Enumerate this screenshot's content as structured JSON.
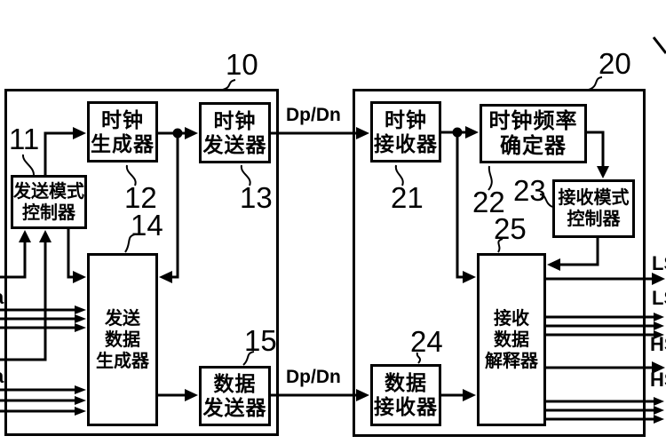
{
  "blocks": {
    "b10": {
      "ref": "10"
    },
    "b20": {
      "ref": "20"
    },
    "b11": {
      "ref": "11",
      "l1": "发送模式",
      "l2": "控制器"
    },
    "b12": {
      "ref": "12",
      "l1": "时钟",
      "l2": "生成器"
    },
    "b13": {
      "ref": "13",
      "l1": "时钟",
      "l2": "发送器"
    },
    "b14": {
      "ref": "14",
      "l1": "发送",
      "l2": "数据",
      "l3": "生成器"
    },
    "b15": {
      "ref": "15",
      "l1": "数据",
      "l2": "发送器"
    },
    "b21": {
      "ref": "21",
      "l1": "时钟",
      "l2": "接收器"
    },
    "b22": {
      "ref": "22",
      "l1": "时钟频率",
      "l2": "确定器"
    },
    "b23": {
      "ref": "23",
      "l1": "接收模式",
      "l2": "控制器"
    },
    "b24": {
      "ref": "24",
      "l1": "数据",
      "l2": "接收器"
    },
    "b25": {
      "ref": "25",
      "l1": "接收",
      "l2": "数据",
      "l3": "解释器"
    }
  },
  "signals": {
    "clock_line_label": "Dp/Dn",
    "data_line_label": "Dp/Dn",
    "out_ls_1": "LS",
    "out_ls_2": "LS",
    "out_hs_1": "HS",
    "out_hs_2": "HS",
    "in_partial_1": "a",
    "in_partial_2": "a"
  },
  "colors": {
    "line": "#000000",
    "background": "#ffffff"
  }
}
